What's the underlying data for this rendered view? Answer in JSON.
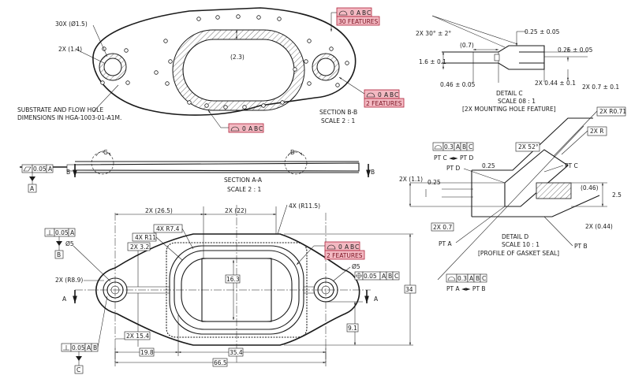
{
  "colors": {
    "line": "#1a1a1a",
    "highlight_fill": "#f3b9c2",
    "highlight_stroke": "#b0243a",
    "hatch": "#444444"
  },
  "icons": {
    "profile": "profile-of-surface-icon",
    "flatness": "flatness-icon",
    "perpendicularity": "perpendicularity-icon",
    "position": "position-icon"
  },
  "section_bb": {
    "n30x": "30X (Ø1.5)",
    "n2x14": "2X (1.4)",
    "n23": "(2.3)",
    "fcf_top": [
      "0",
      "A",
      "B",
      "C"
    ],
    "features_30": "30 FEATURES",
    "features_2": "2 FEATURES",
    "note1": "SUBSTRATE AND FLOW HOLE",
    "note2": "DIMENSIONS IN HGA-1003-01-A1M.",
    "title": "SECTION B-B",
    "scale": "SCALE 2 : 1"
  },
  "detail_c": {
    "ang": "2X 30° ± 2°",
    "d07": "(0.7)",
    "d025": "0.25 ± 0.05",
    "d025b": "0.25 ± 0.05",
    "d16": "1.6 ± 0.1",
    "d046": "0.46 ± 0.05",
    "d044": "2X 0.44 ± 0.1",
    "d07b": "2X 0.7 ± 0.1",
    "title": "DETAIL  C",
    "scale": "SCALE 08 : 1",
    "sub": "[2X MOUNTING HOLE FEATURE]"
  },
  "section_aa": {
    "flat": "0.05",
    "datum_ref": "A",
    "datum": "A",
    "b": "B",
    "c": "C",
    "d": "D",
    "title": "SECTION A-A",
    "scale": "SCALE 2 : 1"
  },
  "detail_d": {
    "r071": "2X R0.71",
    "r": "2X R",
    "ang": "2X 52°",
    "prof": "0.3",
    "prof_d": [
      "A",
      "B",
      "C"
    ],
    "ptcd": "PT C ◄► PT D",
    "ptd": "PT D",
    "d025": "0.25",
    "ptc": "PT C",
    "d11": "2X (1.1)",
    "d025b": "0.25",
    "d046": "(0.46)",
    "d25": "2.5",
    "d07": "2X 0.7",
    "d044": "2X (0.44)",
    "pta": "PT A",
    "ptb": "PT B",
    "title": "DETAIL  D",
    "scale": "SCALE 10 : 1",
    "sub": "[PROFILE OF GASKET SEAL]",
    "prof2": "0.3",
    "prof2_d": [
      "A",
      "B",
      "C"
    ],
    "ptab": "PT A ◄► PT B"
  },
  "plan": {
    "d5": "Ø5",
    "perp_b": "0.05",
    "perp_b_ref": "A",
    "datum_b": "B",
    "d265": "2X (26.5)",
    "d22": "2X (22)",
    "r115": "4X (R11.5)",
    "r74": "4X R7.4",
    "r11": "4X R11",
    "d32": "2X 3.2",
    "r89": "2X (R8.9)",
    "d163": "16.3",
    "features": "2 FEATURES",
    "d5b": "Ø5",
    "pos": "0.05",
    "pos_d": [
      "A",
      "B",
      "C"
    ],
    "a_left": "A",
    "a_right": "A",
    "d34": "34",
    "d91": "9.1",
    "d154": "2X 15.4",
    "d198": "19.8",
    "d354": "35.4",
    "d665": "66.5",
    "perp_c": "0.05",
    "perp_c_ref": "A",
    "perp_c_ref2": "B",
    "datum_c": "C"
  }
}
